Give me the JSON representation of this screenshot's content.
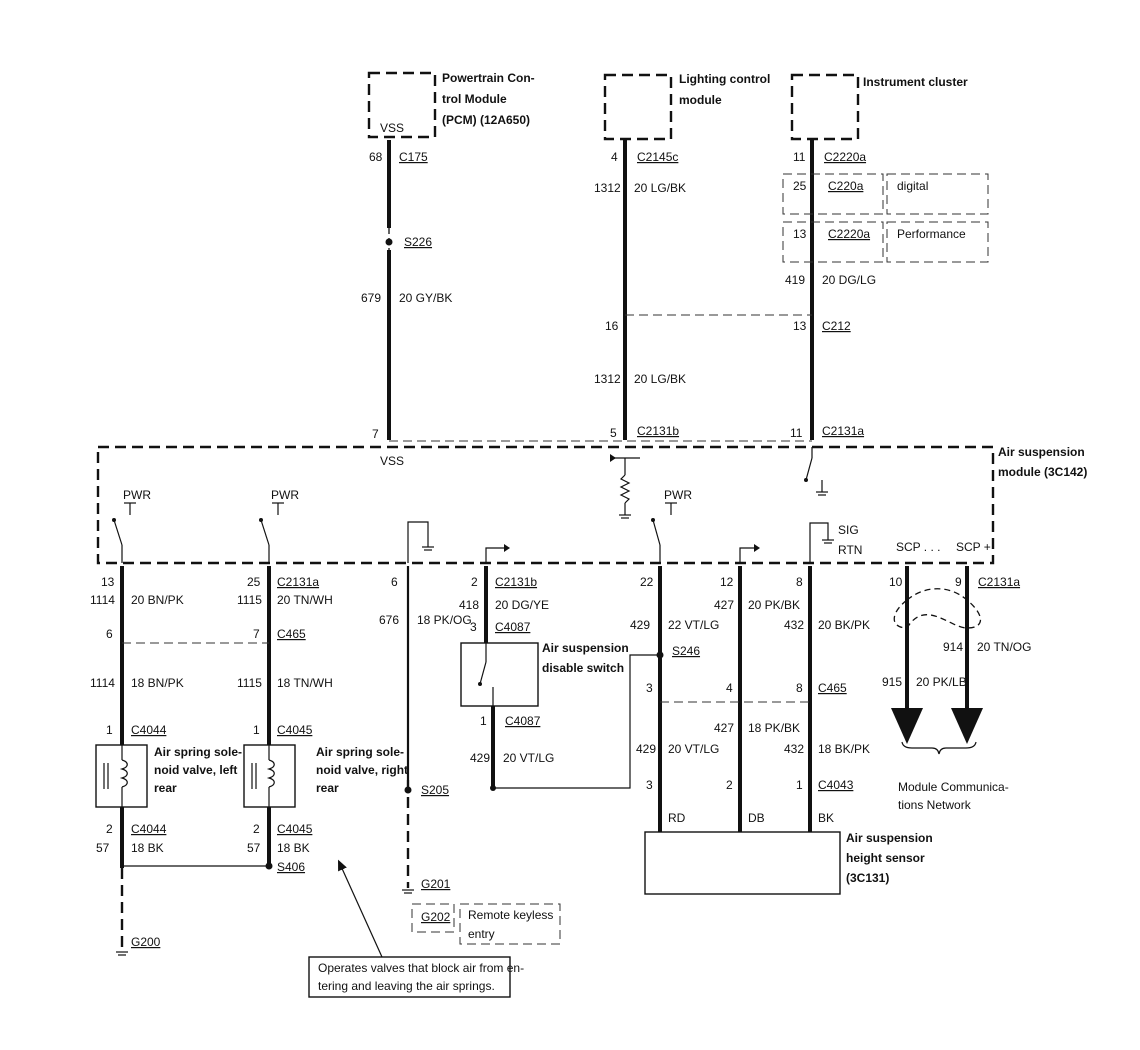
{
  "modules": {
    "pcm": {
      "name_lines": [
        "Powertrain Con-",
        "trol Module",
        "(PCM) (12A650)"
      ],
      "pin_label": "VSS"
    },
    "lighting": {
      "name_lines": [
        "Lighting control",
        "module"
      ]
    },
    "cluster": {
      "name": "Instrument cluster"
    },
    "asm": {
      "name_lines": [
        "Air suspension",
        "module (3C142)"
      ],
      "vss_label": "VSS",
      "pwr_label": "PWR",
      "sig_label": "SIG",
      "rtn_label": "RTN",
      "scp_minus": "SCP . . .",
      "scp_plus": "SCP +"
    }
  },
  "pcm_circuit": {
    "pin_top": "68",
    "conn_top": "C175",
    "splice": "S226",
    "circuit": "679",
    "wire": "20 GY/BK",
    "pin_asm": "7"
  },
  "lighting_circuit": {
    "pin_top": "4",
    "conn_top": "C2145c",
    "circuit_top": "1312",
    "wire_top": "20 LG/BK",
    "pin_mid": "16",
    "circuit_bot": "1312",
    "wire_bot": "20 LG/BK",
    "pin_asm": "5",
    "conn_asm": "C2131b"
  },
  "cluster_circuit": {
    "pin_top": "11",
    "conn_top": "C2220a",
    "variants": [
      {
        "pin": "25",
        "conn": "C220a",
        "label": "digital"
      },
      {
        "pin": "13",
        "conn": "C2220a",
        "label": "Performance"
      }
    ],
    "circuit": "419",
    "wire": "20 DG/LG",
    "pin_mid": "13",
    "conn_mid": "C212",
    "pin_asm": "11",
    "conn_asm": "C2131a"
  },
  "left_rear": {
    "pin_asm": "13",
    "circuit_top": "1114",
    "wire_top": "20 BN/PK",
    "pin_c465": "6",
    "circuit_mid": "1114",
    "wire_mid": "18 BN/PK",
    "pin_valve_top": "1",
    "conn_valve_top": "C4044",
    "valve_lines": [
      "Air spring sole-",
      "noid valve, left",
      "rear"
    ],
    "pin_valve_bot": "2",
    "conn_valve_bot": "C4044",
    "circuit_gnd": "57",
    "wire_gnd": "18 BK",
    "ground": "G200"
  },
  "right_rear": {
    "pin_asm": "25",
    "conn_asm": "C2131a",
    "circuit_top": "1115",
    "wire_top": "20 TN/WH",
    "pin_c465": "7",
    "conn_c465": "C465",
    "circuit_mid": "1115",
    "wire_mid": "18 TN/WH",
    "pin_valve_top": "1",
    "conn_valve_top": "C4045",
    "valve_lines": [
      "Air spring sole-",
      "noid valve, right",
      "rear"
    ],
    "pin_valve_bot": "2",
    "conn_valve_bot": "C4045",
    "circuit_gnd": "57",
    "wire_gnd": "18 BK",
    "splice": "S406"
  },
  "ground_circuit": {
    "pin_asm": "6",
    "circuit": "676",
    "wire": "18 PK/OG",
    "splice": "S205",
    "ground": "G201",
    "ground_alt": "G202",
    "alt_note_lines": [
      "Remote keyless",
      "entry"
    ]
  },
  "disable_switch": {
    "pin_asm": "2",
    "conn_asm": "C2131b",
    "circuit_top": "418",
    "wire_top": "20 DG/YE",
    "pin_sw_top": "3",
    "conn_sw_top": "C4087",
    "name_lines": [
      "Air suspension",
      "disable switch"
    ],
    "pin_sw_bot": "1",
    "conn_sw_bot": "C4087",
    "circuit_bot": "429",
    "wire_bot": "20 VT/LG"
  },
  "height_sensor": {
    "pins_asm": [
      "22",
      "12",
      "8"
    ],
    "circuits_top": [
      "429",
      "427",
      "432"
    ],
    "wires_top": [
      "22 VT/LG",
      "20 PK/BK",
      "20 BK/PK"
    ],
    "splice": "S246",
    "pins_c465": [
      "3",
      "4",
      "8"
    ],
    "conn_c465": "C465",
    "circuits_bot": [
      "429",
      "427",
      "432"
    ],
    "wires_bot": [
      "20 VT/LG",
      "18 PK/BK",
      "18 BK/PK"
    ],
    "pins_sensor": [
      "3",
      "2",
      "1"
    ],
    "conn_sensor": "C4043",
    "colors": [
      "RD",
      "DB",
      "BK"
    ],
    "name_lines": [
      "Air suspension",
      "height sensor",
      "(3C131)"
    ]
  },
  "scp": {
    "pins_asm": [
      "10",
      "9"
    ],
    "conn_asm": "C2131a",
    "circuits": [
      "915",
      "914"
    ],
    "wires": [
      "20 PK/LB",
      "20 TN/OG"
    ],
    "network_lines": [
      "Module Communica-",
      "tions Network"
    ]
  },
  "callout": {
    "lines": [
      "Operates valves that block air from en-",
      "tering and leaving the air springs."
    ]
  }
}
